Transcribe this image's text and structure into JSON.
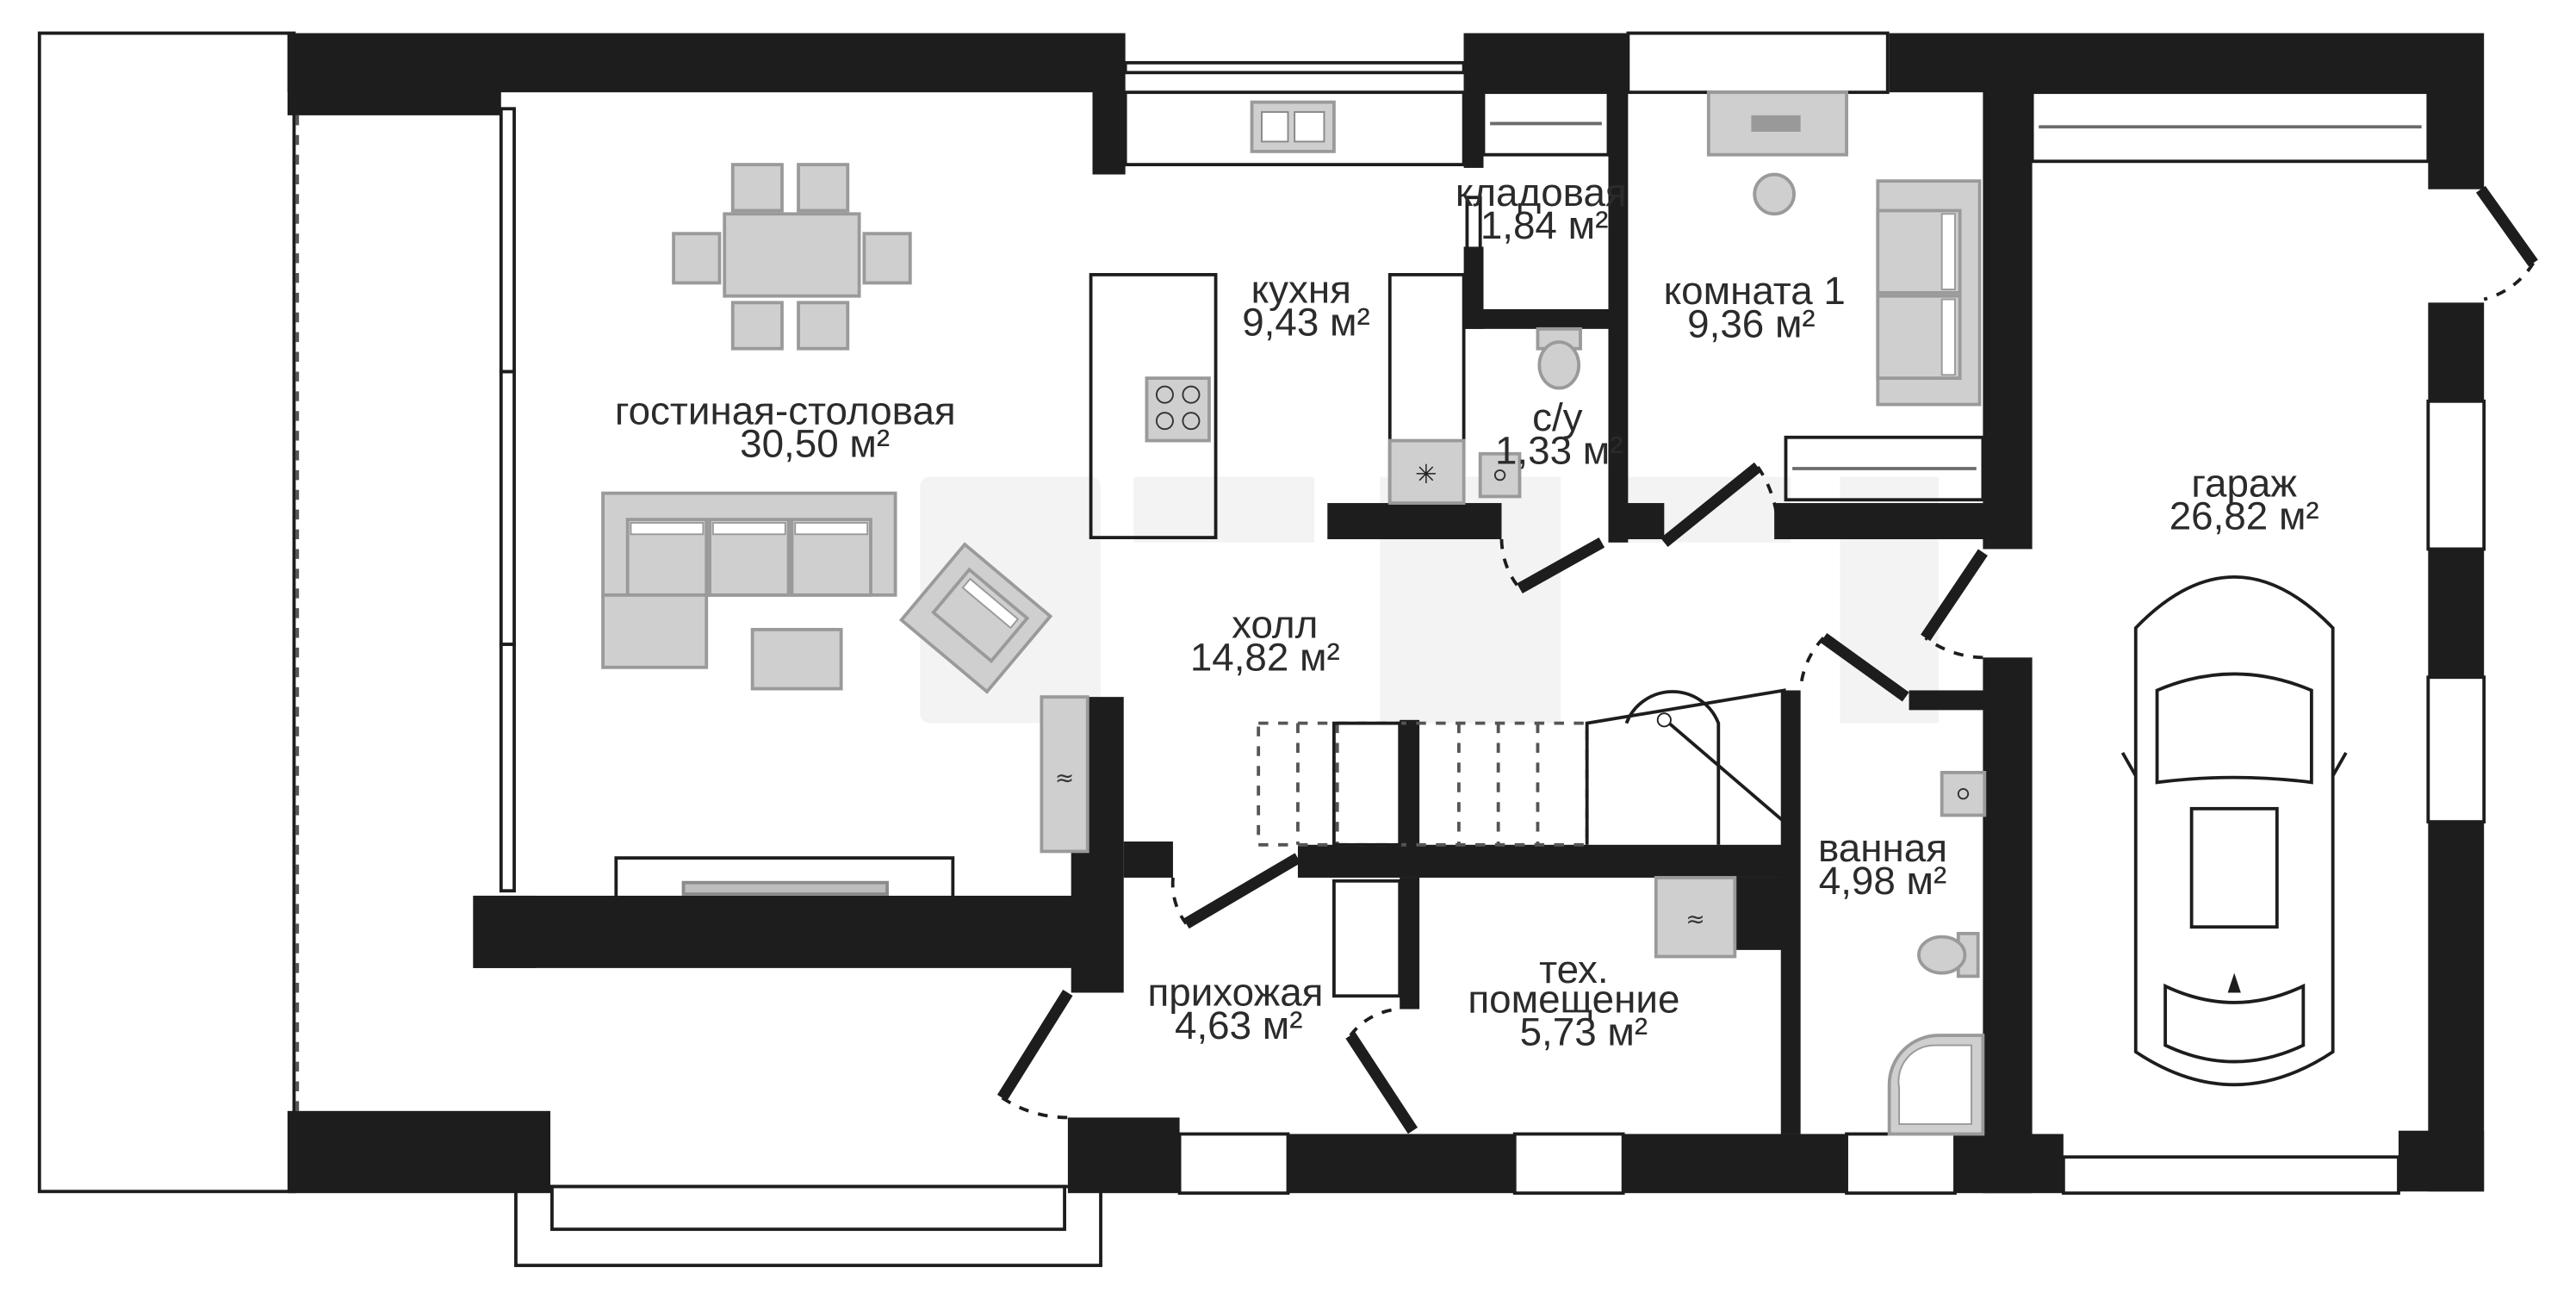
{
  "rooms": {
    "living": {
      "name": "гостиная-столовая",
      "area": "30,50 м²"
    },
    "kitchen": {
      "name": "кухня",
      "area": "9,43 м²"
    },
    "pantry": {
      "name": "кладовая",
      "area": "1,84 м²"
    },
    "wc": {
      "name": "с/у",
      "area": "1,33 м²"
    },
    "room1": {
      "name": "комната 1",
      "area": "9,36 м²"
    },
    "hall": {
      "name": "холл",
      "area": "14,82 м²"
    },
    "entrance": {
      "name": "прихожая",
      "area": "4,63 м²"
    },
    "tech": {
      "name_line1": "тех.",
      "name_line2": "помещение",
      "area": "5,73 м²"
    },
    "bathroom": {
      "name": "ванная",
      "area": "4,98 м²"
    },
    "garage": {
      "name": "гараж",
      "area": "26,82 м²"
    }
  },
  "colors": {
    "wall": "#1e1d1d",
    "furniture": "#cfcfcf",
    "background": "#ffffff"
  },
  "icons": [
    "stove-icon",
    "sink-icon",
    "toilet-icon",
    "car-icon",
    "shower-icon",
    "boiler-icon",
    "fan-icon",
    "desk-chair-icon"
  ]
}
